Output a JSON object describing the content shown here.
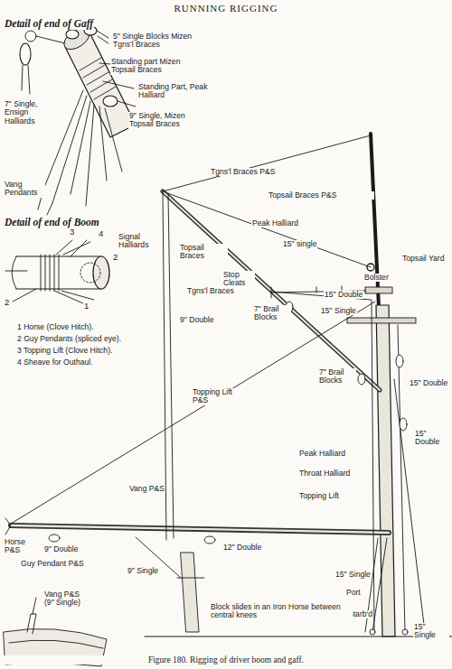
{
  "diagram": {
    "title": "RUNNING RIGGING",
    "caption": "Figure 180. Rigging of driver boom and gaff.",
    "labels": [
      "Detail of end of Gaff",
      "5\" Single Blocks Mizen Tgns'l Braces",
      "Standing part Mizen Topsail Braces",
      "Standing Part, Peak Halliard",
      "7\" Single, Ensign Halliards",
      "9\" Single, Mizen Topsail Braces",
      "Vang Pendants",
      "Tgns'l Braces P&S",
      "Topsail Braces P&S",
      "Topsail Yard",
      "Peak Halliard",
      "Signal Halliards",
      "Topsail Braces",
      "15\" single",
      "Bolster",
      "Stop Cleats",
      "15\" Double",
      "15\" Single",
      "7\" Brail Blocks",
      "Detail of end of Boom",
      "3",
      "4",
      "2",
      "2",
      "1",
      "Tgns'l Braces",
      "9\" Double",
      "1 Horse (Clove Hitch).",
      "2 Guy Pendants (spliced eye).",
      "3 Topping Lift (Clove Hitch).",
      "4 Sheave for Outhaul.",
      "7\" Brail Blocks",
      "15\" Double",
      "15\" Double",
      "Peak Halliard",
      "Throat Halliard",
      "Topping Lift P&S",
      "Topping Lift",
      "Vang P&S",
      "Horse P&S",
      "9\" Double",
      "12\" Double",
      "Guy Pendant P&S",
      "9\" Single",
      "15\" Single",
      "Port",
      "Starb'd",
      "15\" Single",
      "Vang P&S (9\" Single)",
      "Block slides in an Iron Horse between central knees"
    ]
  }
}
